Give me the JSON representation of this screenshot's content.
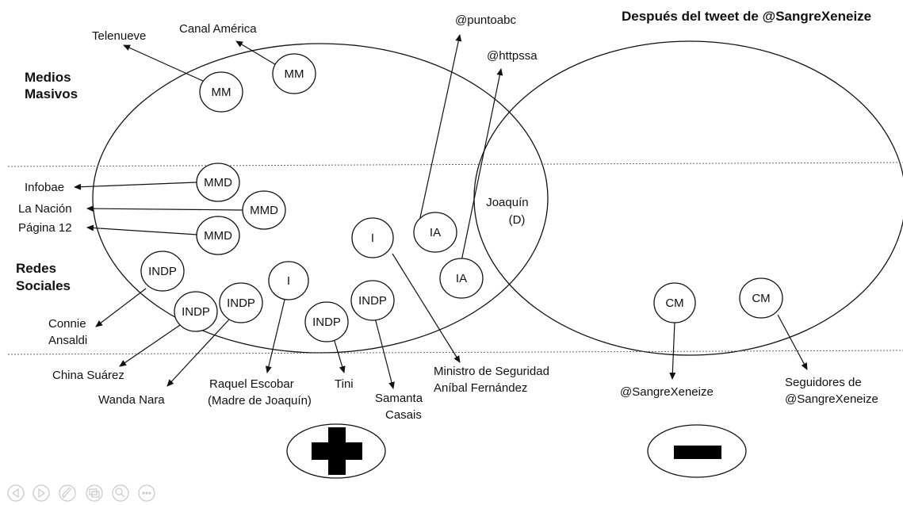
{
  "title": "Después del tweet de @SangreXeneize",
  "sections": {
    "medios_masivos": [
      "Medios",
      "Masivos"
    ],
    "redes_sociales": [
      "Redes",
      "Sociales"
    ]
  },
  "nodes": {
    "mm1": "MM",
    "mm2": "MM",
    "mmd1": "MMD",
    "mmd2": "MMD",
    "mmd3": "MMD",
    "ia1": "IA",
    "ia2": "IA",
    "i1": "I",
    "i2": "I",
    "indp1": "INDP",
    "indp2": "INDP",
    "indp3": "INDP",
    "indp4": "INDP",
    "indp5": "INDP",
    "cm1": "CM",
    "cm2": "CM",
    "joaquin": [
      "Joaquín",
      "(D)"
    ]
  },
  "targets": {
    "telenueve": "Telenueve",
    "canal_america": "Canal América",
    "puntoabc": "@puntoabc",
    "httpssa": "@httpssa",
    "infobae": "Infobae",
    "la_nacion": "La Nación",
    "pagina12": "Página 12",
    "connie": [
      "Connie",
      "Ansaldi"
    ],
    "china": "China Suárez",
    "wanda": "Wanda Nara",
    "raquel": [
      "Raquel Escobar",
      "(Madre de Joaquín)"
    ],
    "tini": "Tini",
    "samanta": [
      "Samanta",
      "Casais"
    ],
    "ministro": [
      "Ministro de Seguridad",
      "Aníbal Fernández"
    ],
    "sangre": "@SangreXeneize",
    "seguidores": [
      "Seguidores de",
      "@SangreXeneize"
    ]
  },
  "symbols": {
    "plus": "plus-sign",
    "minus": "minus-sign"
  },
  "controls": [
    "previous-icon",
    "next-icon",
    "pen-icon",
    "slides-icon",
    "zoom-icon",
    "more-icon"
  ],
  "colors": {
    "stroke": "#111111",
    "background": "#ffffff",
    "controls": "#c8c8c8"
  }
}
